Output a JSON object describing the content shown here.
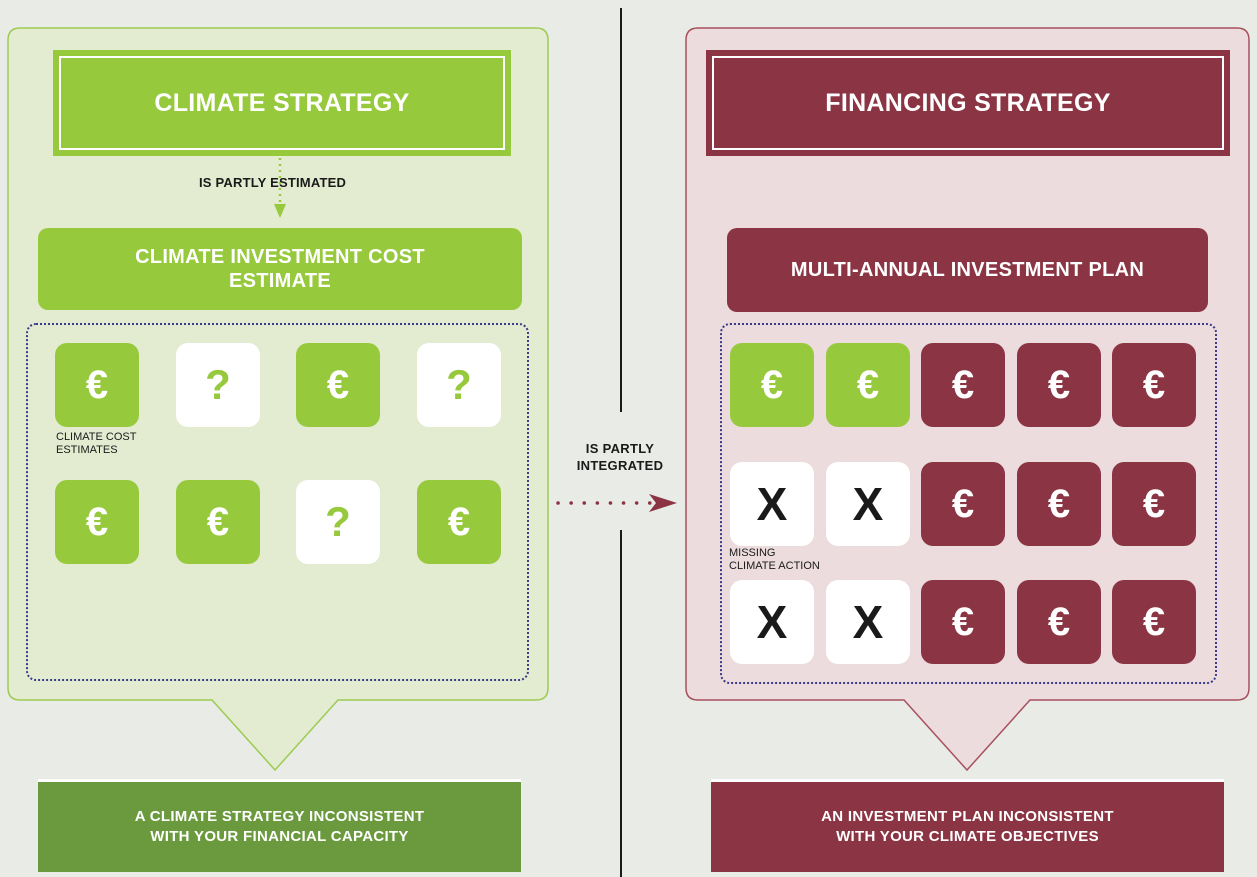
{
  "center": {
    "label_line1": "IS PARTLY",
    "label_line2": "INTEGRATED"
  },
  "left": {
    "title": "CLIMATE STRATEGY",
    "estimated_label": "IS PARTLY ESTIMATED",
    "subtitle_line1": "CLIMATE INVESTMENT COST",
    "subtitle_line2": "ESTIMATE",
    "note_line1": "CLIMATE COST",
    "note_line2": "ESTIMATES",
    "tiles": [
      "€",
      "?",
      "€",
      "?",
      "€",
      "€",
      "?",
      "€"
    ],
    "bottom_line1": "A CLIMATE STRATEGY INCONSISTENT",
    "bottom_line2": "WITH YOUR FINANCIAL CAPACITY"
  },
  "right": {
    "title": "FINANCING STRATEGY",
    "subtitle": "MULTI-ANNUAL INVESTMENT PLAN",
    "note_line1": "MISSING",
    "note_line2": "CLIMATE ACTION",
    "tiles": [
      "€",
      "€",
      "€",
      "€",
      "€",
      "X",
      "X",
      "€",
      "€",
      "€",
      "X",
      "X",
      "€",
      "€",
      "€"
    ],
    "bottom_line1": "AN INVESTMENT PLAN INCONSISTENT",
    "bottom_line2": "WITH YOUR CLIMATE OBJECTIVES"
  },
  "colors": {
    "green": "#97c93d",
    "green_light_bg": "#e3ecd0",
    "green_dark": "#6b9a3e",
    "maroon": "#8b3443",
    "maroon_light_bg": "#ecdcdd",
    "background": "#e8ebe6"
  }
}
